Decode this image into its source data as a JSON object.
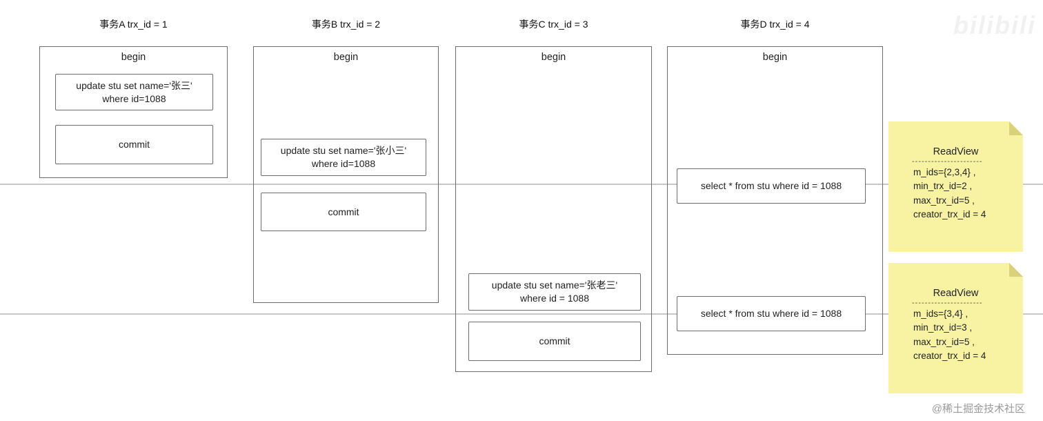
{
  "colors": {
    "note_yellow": "#f7f3a3",
    "note_fold": "#d9d27a",
    "box_border": "#6b6b6b",
    "timeline_gray": "#c7c7c7"
  },
  "watermarks": {
    "bilibili": "bilibili",
    "juejin": "@稀土掘金技术社区"
  },
  "transactions": [
    {
      "title": "事务A trx_id = 1",
      "begin": "begin",
      "boxes": [
        {
          "lines": [
            "update stu set name='张三'",
            "where id=1088"
          ]
        },
        {
          "lines": [
            "commit"
          ]
        }
      ]
    },
    {
      "title": "事务B trx_id = 2",
      "begin": "begin",
      "boxes": [
        {
          "lines": [
            "update stu set name='张小三'",
            "where id=1088"
          ]
        },
        {
          "lines": [
            "commit"
          ]
        }
      ]
    },
    {
      "title": "事务C trx_id = 3",
      "begin": "begin",
      "boxes": [
        {
          "lines": [
            "update stu set name='张老三'",
            "where id = 1088"
          ]
        },
        {
          "lines": [
            "commit"
          ]
        }
      ]
    },
    {
      "title": "事务D trx_id = 4",
      "begin": "begin",
      "boxes": [
        {
          "lines": [
            "select * from stu where id = 1088"
          ]
        },
        {
          "lines": [
            "select * from stu where id = 1088"
          ]
        }
      ]
    }
  ],
  "readviews": [
    {
      "title": "ReadView",
      "divider": "----------------------",
      "lines": [
        "m_ids={2,3,4} ,",
        "min_trx_id=2 ,",
        "max_trx_id=5 ,",
        "creator_trx_id = 4"
      ]
    },
    {
      "title": "ReadView",
      "divider": "----------------------",
      "lines": [
        "m_ids={3,4} ,",
        "min_trx_id=3 ,",
        "max_trx_id=5 ,",
        "creator_trx_id = 4"
      ]
    }
  ]
}
